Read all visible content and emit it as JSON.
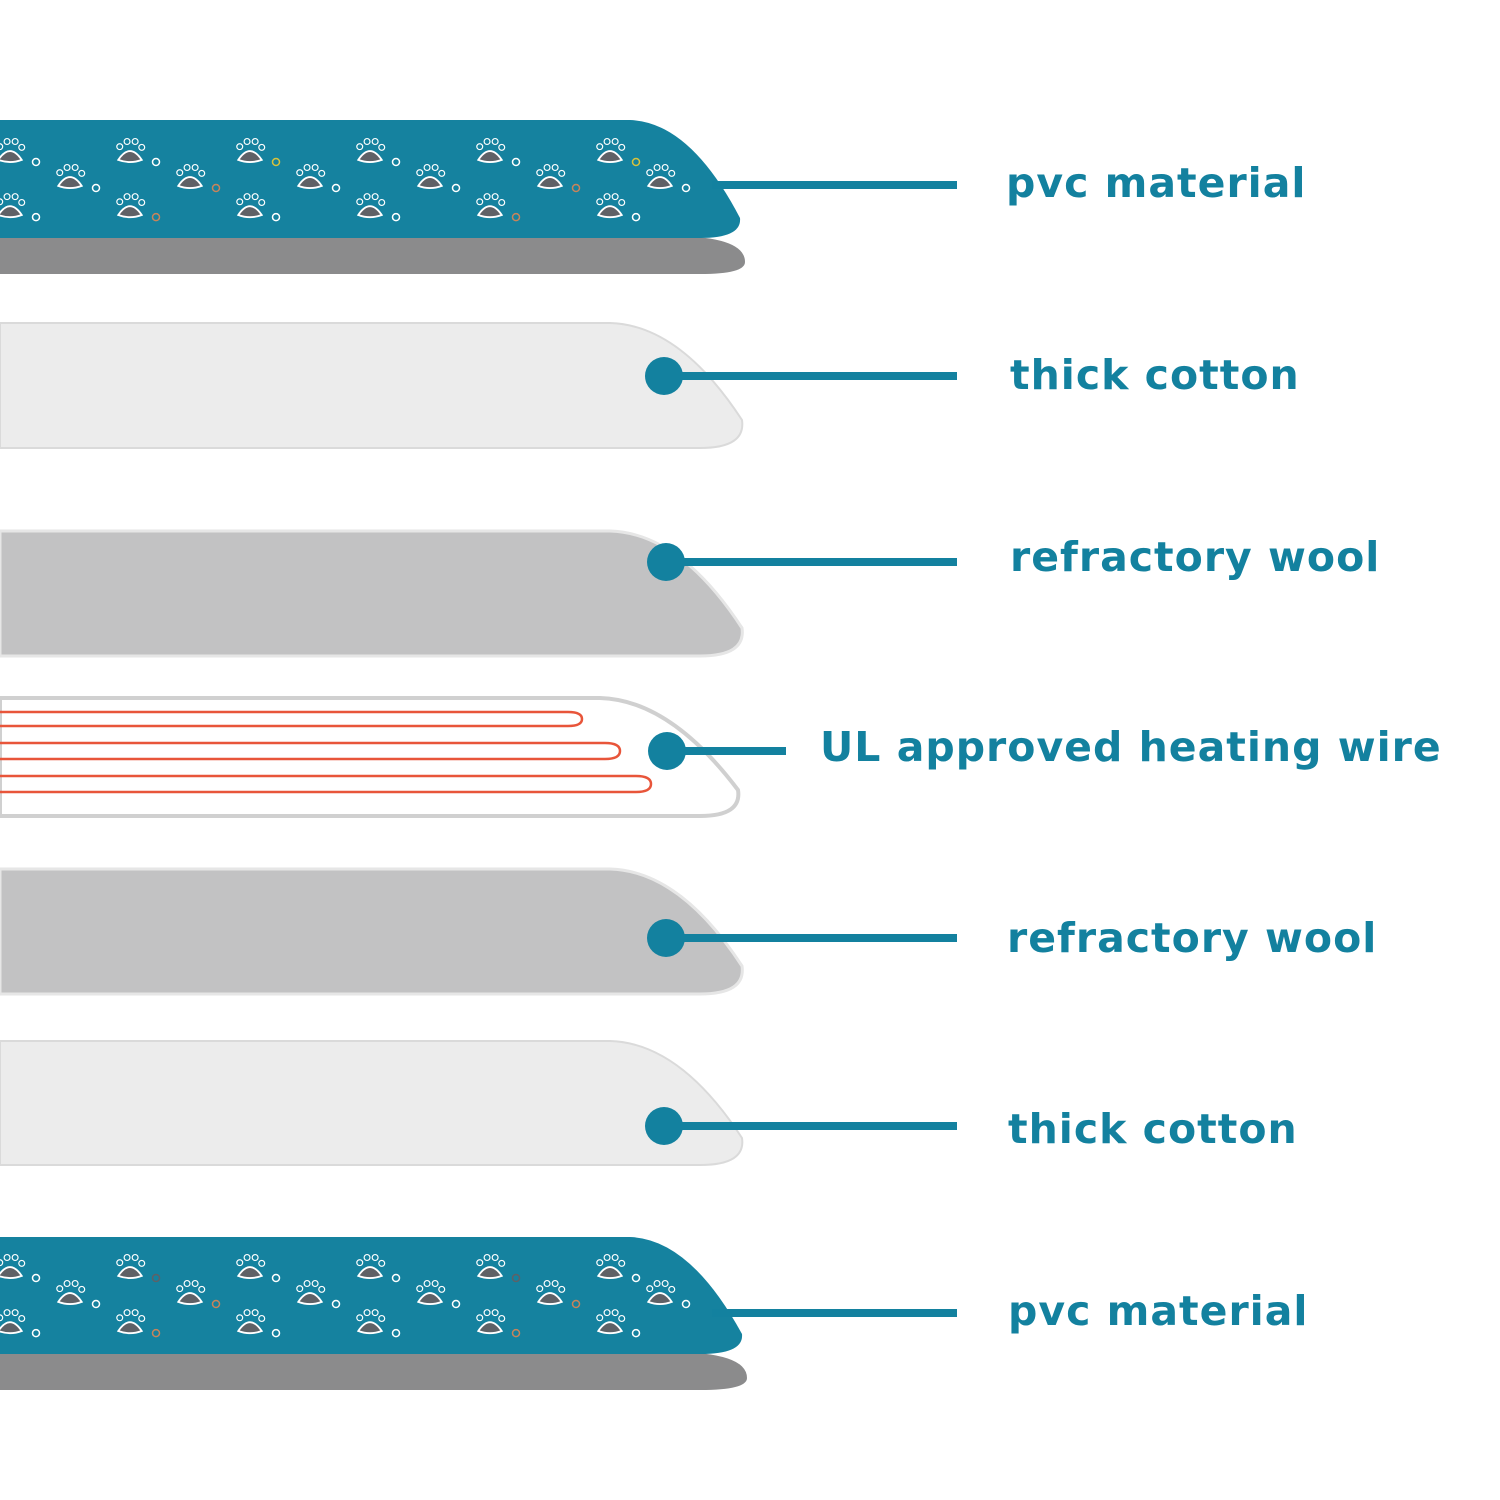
{
  "colors": {
    "accent": "#13819f",
    "pvc_fill": "#15829f",
    "pvc_edge": "#8a8a8a",
    "cotton_fill": "#ececec",
    "wool_fill": "#c2c2c3",
    "wire": "#e8553a",
    "wire_layer_fill": "#ffffff"
  },
  "icons": {
    "paw": "paw-print-icon"
  },
  "layers": [
    {
      "id": "pvc-top",
      "label": "pvc material",
      "material": "pvc"
    },
    {
      "id": "cotton-top",
      "label": "thick cotton",
      "material": "cotton"
    },
    {
      "id": "wool-top",
      "label": "refractory wool",
      "material": "wool"
    },
    {
      "id": "heating-wire",
      "label": "UL approved heating wire",
      "material": "wire"
    },
    {
      "id": "wool-bottom",
      "label": "refractory wool",
      "material": "wool"
    },
    {
      "id": "cotton-bottom",
      "label": "thick cotton",
      "material": "cotton"
    },
    {
      "id": "pvc-bottom",
      "label": "pvc material",
      "material": "pvc"
    }
  ]
}
